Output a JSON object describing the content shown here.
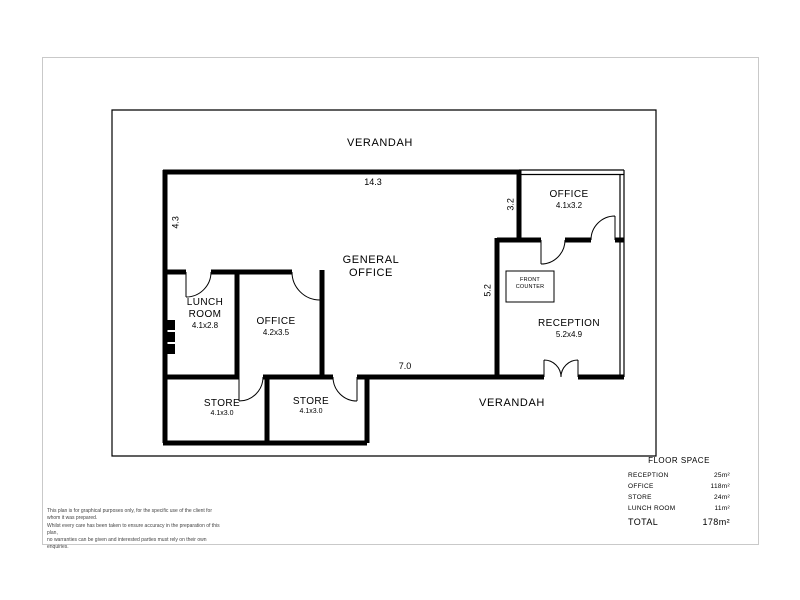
{
  "page": {
    "verandah_top": "VERANDAH",
    "verandah_bottom": "VERANDAH"
  },
  "dimensions": {
    "top_width": "14.3",
    "left_height": "4.3",
    "office_depth": "3.2",
    "reception_height": "5.2",
    "bottom_width": "7.0"
  },
  "rooms": {
    "office_top_right": {
      "name": "OFFICE",
      "size": "4.1x3.2"
    },
    "general_office": {
      "line1": "GENERAL",
      "line2": "OFFICE"
    },
    "lunch_room": {
      "line1": "LUNCH",
      "line2": "ROOM",
      "size": "4.1x2.8"
    },
    "office_left": {
      "name": "OFFICE",
      "size": "4.2x3.5"
    },
    "front_counter": {
      "line1": "FRONT",
      "line2": "COUNTER"
    },
    "reception": {
      "name": "RECEPTION",
      "size": "5.2x4.9"
    },
    "store_left": {
      "name": "STORE",
      "size": "4.1x3.0"
    },
    "store_right": {
      "name": "STORE",
      "size": "4.1x3.0"
    }
  },
  "floor_space": {
    "title": "FLOOR SPACE",
    "rows": [
      {
        "label": "RECEPTION",
        "value": "25m²"
      },
      {
        "label": "OFFICE",
        "value": "118m²"
      },
      {
        "label": "STORE",
        "value": "24m²"
      },
      {
        "label": "LUNCH ROOM",
        "value": "11m²"
      }
    ],
    "total_label": "TOTAL",
    "total_value": "178m²"
  },
  "disclaimer": {
    "line1": "This plan is for graphical purposes only, for the specific use of the client for whom it was prepared.",
    "line2": "Whilst every care has been taken to ensure accuracy in the preparation of this plan,",
    "line3": "no warranties can be given and interested parties must rely on their own enquiries."
  },
  "colors": {
    "wall": "#000000",
    "frame": "#c9c9c9"
  }
}
